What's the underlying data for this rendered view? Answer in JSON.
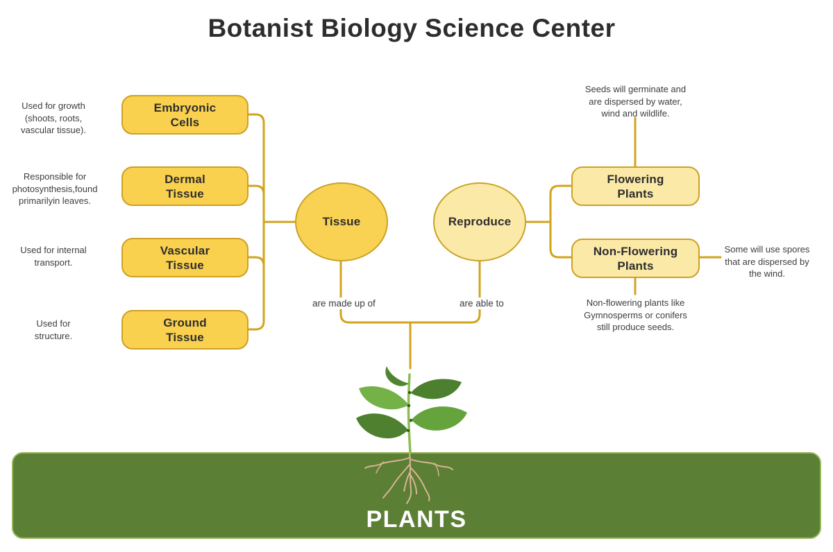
{
  "title": "Botanist Biology Science Center",
  "left_column": {
    "notes": [
      "Used for growth\n(shoots, roots,\nvascular tissue).",
      "Responsible for\nphotosynthesis,found\nprimarilyin leaves.",
      "Used for internal\ntransport.",
      "Used for\nstructure."
    ],
    "boxes": [
      "Embryonic\nCells",
      "Dermal\nTissue",
      "Vascular\nTissue",
      "Ground\nTissue"
    ]
  },
  "center": {
    "tissue_label": "Tissue",
    "reproduce_label": "Reproduce",
    "tissue_edge_label": "are made up of",
    "reproduce_edge_label": "are able to"
  },
  "right_column": {
    "boxes": [
      "Flowering\nPlants",
      "Non-Flowering\nPlants"
    ],
    "notes": [
      "Seeds will germinate and\nare dispersed by water,\nwind and wildlife.",
      "Some will use spores\nthat are dispersed by\nthe wind.",
      "Non-flowering plants like\nGymnosperms or conifers\nstill produce seeds."
    ]
  },
  "footer": {
    "label": "PLANTS"
  },
  "colors": {
    "node_yellow": "#F9D254",
    "node_pale_yellow": "#FBE9A7",
    "node_border_gold": "#C9A227",
    "connector_gold": "#D2A31C",
    "soil_green": "#5C7F36",
    "soil_border_green": "#97B559",
    "leaf_dark_green": "#4E8030",
    "leaf_light_green": "#74B247",
    "root_tan": "#D9B493",
    "title_text": "#2D2D2D",
    "note_text": "#3D3D3D",
    "plants_text": "#FFFFFF"
  }
}
